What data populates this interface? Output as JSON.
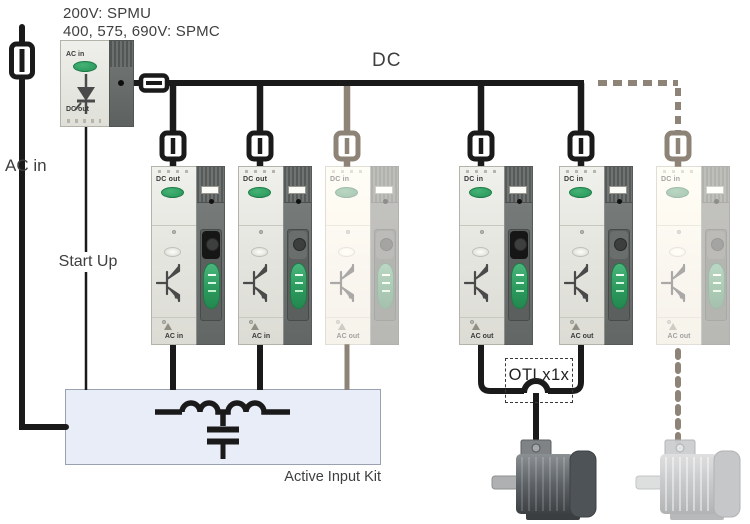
{
  "header": {
    "line1": "200V: SPMU",
    "line2": "400, 575, 690V: SPMC"
  },
  "labels": {
    "dc_bus": "DC",
    "ac_in": "AC in",
    "start_up": "Start Up",
    "active_input_kit": "Active Input Kit",
    "otl_box": "OTLx1x"
  },
  "rectifier": {
    "top_label": "AC in",
    "bottom_label": "DC out"
  },
  "modules": [
    {
      "id": "module-1",
      "top_label": "DC out",
      "bottom_label": "AC in",
      "faded": false,
      "keypad": "black"
    },
    {
      "id": "module-2",
      "top_label": "DC out",
      "bottom_label": "AC in",
      "faded": false,
      "keypad": "plain"
    },
    {
      "id": "module-3",
      "top_label": "DC in",
      "bottom_label": "AC out",
      "faded": true,
      "keypad": "plain"
    },
    {
      "id": "module-4",
      "top_label": "DC in",
      "bottom_label": "AC out",
      "faded": false,
      "keypad": "black"
    },
    {
      "id": "module-5",
      "top_label": "DC in",
      "bottom_label": "AC out",
      "faded": false,
      "keypad": "plain"
    },
    {
      "id": "module-6",
      "top_label": "DC in",
      "bottom_label": "AC out",
      "faded": true,
      "keypad": "plain"
    }
  ],
  "colors": {
    "wire_black": "#1a1a1a",
    "wire_tan": "#8d8377",
    "brand_green": "#2f9e60",
    "kit_box_fill": "#e9edf8",
    "kit_box_border": "#9aa2b2",
    "text_color": "#3f3f3f"
  }
}
